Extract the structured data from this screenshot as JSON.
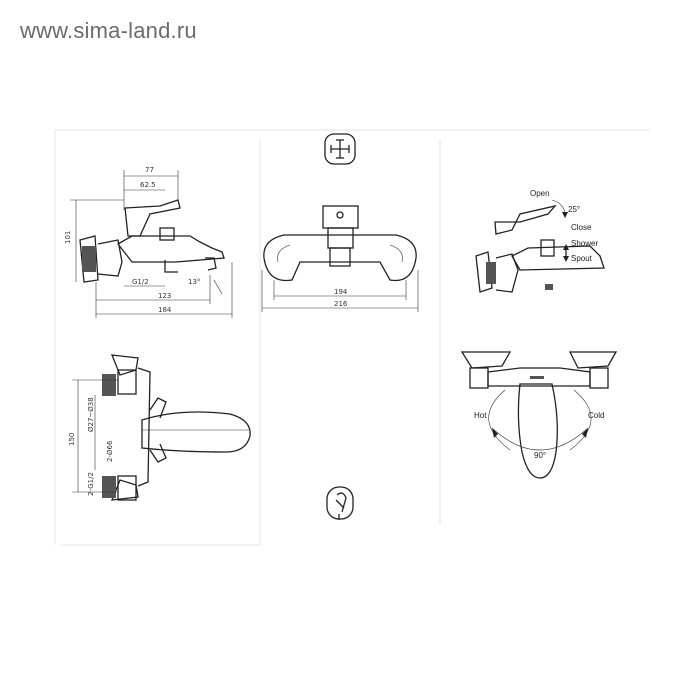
{
  "watermark": "www.sima-land.ru",
  "side_view": {
    "dims": [
      "77",
      "62.5",
      "101",
      "G1/2",
      "13°",
      "123",
      "184"
    ]
  },
  "front_view": {
    "dims": [
      "194",
      "216"
    ]
  },
  "operation_view": {
    "labels": [
      "Open",
      "25°",
      "Close",
      "Shower",
      "Spout"
    ]
  },
  "top_view": {
    "dims": [
      "150",
      "Ø27~Ø38",
      "2-Ø66",
      "2-G1/2"
    ]
  },
  "rotation_view": {
    "labels": [
      "Hot",
      "Cold",
      "90°"
    ]
  },
  "icons": [
    "cross-handle-icon",
    "shower-hand-icon"
  ]
}
